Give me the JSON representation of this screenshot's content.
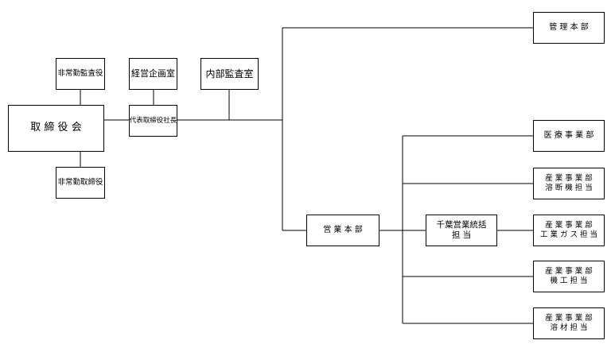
{
  "nodes": {
    "board": "取 締 役 会",
    "auditor_top": "非常勤監査役",
    "director_bottom": "非常勤取締役",
    "planning": "経営企画室",
    "president": "代表取締役社長",
    "internal_audit": "内部監査室",
    "admin_hq": "管 理 本 部",
    "sales_hq": "営 業 本 部",
    "chiba": {
      "line1": "千葉営業統括",
      "line2": "担 当"
    },
    "medical": "医 療 事 業 部",
    "industry_welding": {
      "line1": "産 業 事 業 部",
      "line2": "溶 断 機 担 当"
    },
    "industry_gas": {
      "line1": "産 業 事 業 部",
      "line2": "工 業 ガ ス 担 当"
    },
    "industry_machine": {
      "line1": "産 業 事 業 部",
      "line2": "機 工 担 当"
    },
    "industry_material": {
      "line1": "産 業 事 業 部",
      "line2": "溶 材 担 当"
    }
  }
}
